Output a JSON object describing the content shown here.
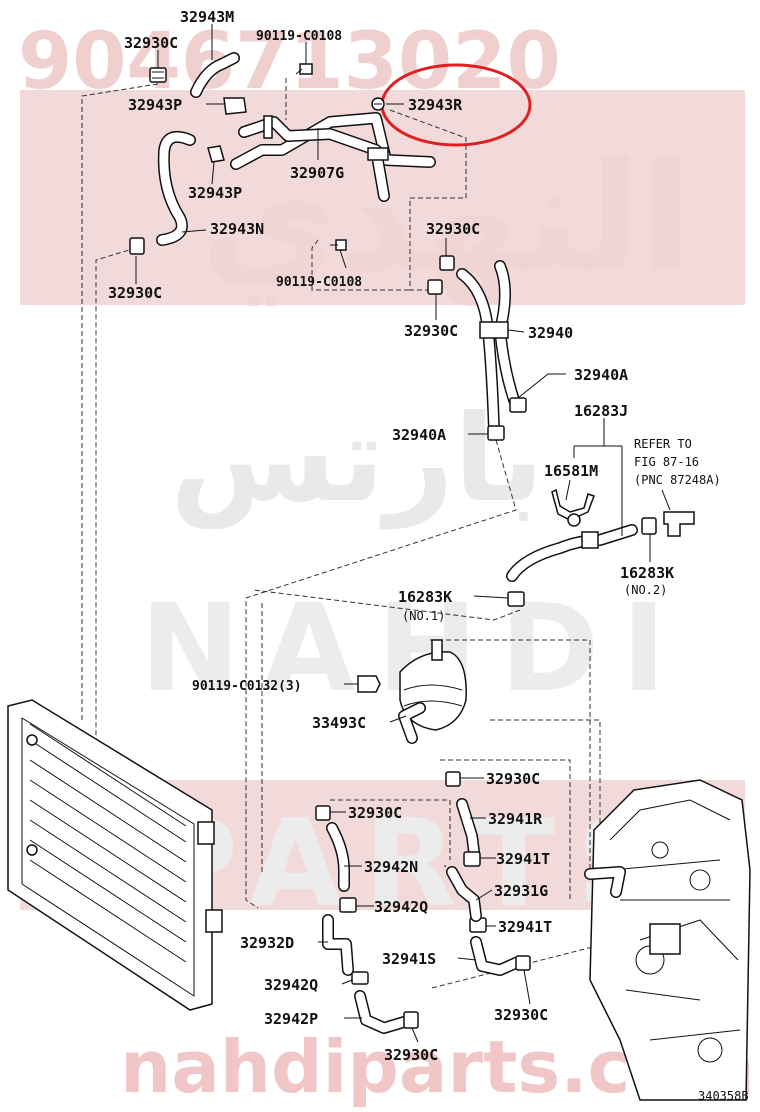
{
  "watermark": {
    "part_number": "90467-13020",
    "part_number_display": "9046713020",
    "brand": "NAHDI",
    "brand2": "PARTS",
    "arabic": "النهدي",
    "arabic2": "بارتس",
    "site": "nahdiparts.com"
  },
  "highlight_color": "#e02020",
  "figure_id": "340358B",
  "labels": {
    "l32943M": "32943M",
    "l32930C_a": "32930C",
    "l90119_C0108_a": "90119-C0108",
    "l32943P_a": "32943P",
    "l32943R": "32943R",
    "l32907G": "32907G",
    "l32943P_b": "32943P",
    "l32943N": "32943N",
    "l32930C_b": "32930C",
    "l32930C_c": "32930C",
    "l90119_C0108_b": "90119-C0108",
    "l32930C_d": "32930C",
    "l32940": "32940",
    "l32940A_a": "32940A",
    "l32940A_b": "32940A",
    "l16283J": "16283J",
    "l16581M": "16581M",
    "l16283K_a": "16283K",
    "l16283K_b": "16283K",
    "l90119_C0132": "90119-C0132(3)",
    "l33493C": "33493C",
    "l32930C_e": "32930C",
    "l32930C_f": "32930C",
    "l32941R": "32941R",
    "l32942N": "32942N",
    "l32941T_a": "32941T",
    "l32931G": "32931G",
    "l32942Q_a": "32942Q",
    "l32941T_b": "32941T",
    "l32932D": "32932D",
    "l32941S": "32941S",
    "l32942Q_b": "32942Q",
    "l32930C_g": "32930C",
    "l32942P": "32942P",
    "l32930C_h": "32930C"
  },
  "notes": {
    "refer_line1": "REFER TO",
    "refer_line2": "FIG 87-16",
    "refer_line3": "(PNC 87248A)",
    "no1": "(NO.1)",
    "no2": "(NO.2)"
  },
  "icons": {
    "highlight": "red-ellipse-highlight",
    "radiator": "radiator-icon",
    "transmission": "transmission-icon",
    "oil_cooler": "oil-cooler-icon"
  }
}
